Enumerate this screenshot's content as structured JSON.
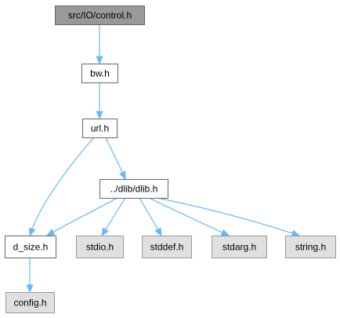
{
  "graph": {
    "colors": {
      "edge": "#63b8ff",
      "root_fill": "#999999",
      "local_fill": "#ffffff",
      "system_fill": "#e0e0e0",
      "border": "#666666",
      "system_border": "#999999"
    },
    "nodes": [
      {
        "id": "control",
        "label": "src/IO/control.h",
        "kind": "root"
      },
      {
        "id": "bw",
        "label": "bw.h",
        "kind": "local"
      },
      {
        "id": "url",
        "label": "url.h",
        "kind": "local"
      },
      {
        "id": "dlib",
        "label": "../dlib/dlib.h",
        "kind": "local"
      },
      {
        "id": "dsize",
        "label": "d_size.h",
        "kind": "local"
      },
      {
        "id": "stdio",
        "label": "stdio.h",
        "kind": "system"
      },
      {
        "id": "stddef",
        "label": "stddef.h",
        "kind": "system"
      },
      {
        "id": "stdarg",
        "label": "stdarg.h",
        "kind": "system"
      },
      {
        "id": "string",
        "label": "string.h",
        "kind": "system"
      },
      {
        "id": "config",
        "label": "config.h",
        "kind": "system"
      }
    ],
    "edges": [
      {
        "from": "control",
        "to": "bw"
      },
      {
        "from": "bw",
        "to": "url"
      },
      {
        "from": "url",
        "to": "dsize"
      },
      {
        "from": "url",
        "to": "dlib"
      },
      {
        "from": "dlib",
        "to": "dsize"
      },
      {
        "from": "dlib",
        "to": "stdio"
      },
      {
        "from": "dlib",
        "to": "stddef"
      },
      {
        "from": "dlib",
        "to": "stdarg"
      },
      {
        "from": "dlib",
        "to": "string"
      },
      {
        "from": "dsize",
        "to": "config"
      }
    ]
  }
}
